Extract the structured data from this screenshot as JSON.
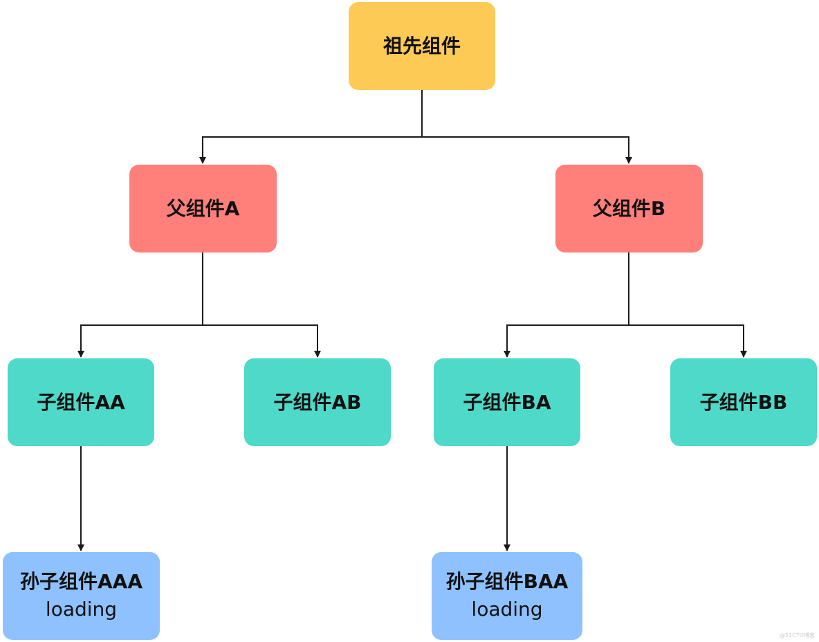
{
  "nodes": {
    "ancestor": {
      "label": "祖先组件"
    },
    "parent_a": {
      "label": "父组件A"
    },
    "parent_b": {
      "label": "父组件B"
    },
    "child_aa": {
      "label": "子组件AA"
    },
    "child_ab": {
      "label": "子组件AB"
    },
    "child_ba": {
      "label": "子组件BA"
    },
    "child_bb": {
      "label": "子组件BB"
    },
    "grandchild_aaa": {
      "label": "孙子组件AAA",
      "status": "loading"
    },
    "grandchild_baa": {
      "label": "孙子组件BAA",
      "status": "loading"
    }
  },
  "edges": [
    {
      "from": "祖先组件",
      "to": "父组件A"
    },
    {
      "from": "祖先组件",
      "to": "父组件B"
    },
    {
      "from": "父组件A",
      "to": "子组件AA"
    },
    {
      "from": "父组件A",
      "to": "子组件AB"
    },
    {
      "from": "父组件B",
      "to": "子组件BA"
    },
    {
      "from": "父组件B",
      "to": "子组件BB"
    },
    {
      "from": "子组件AA",
      "to": "孙子组件AAA"
    },
    {
      "from": "子组件BA",
      "to": "孙子组件BAA"
    }
  ],
  "colors": {
    "ancestor": "#fdca55",
    "parent": "#ff7f7b",
    "child": "#4ed9c8",
    "grandchild": "#8fc1ff",
    "connector": "#1a1a1a"
  },
  "watermark": "@51CTO博客"
}
